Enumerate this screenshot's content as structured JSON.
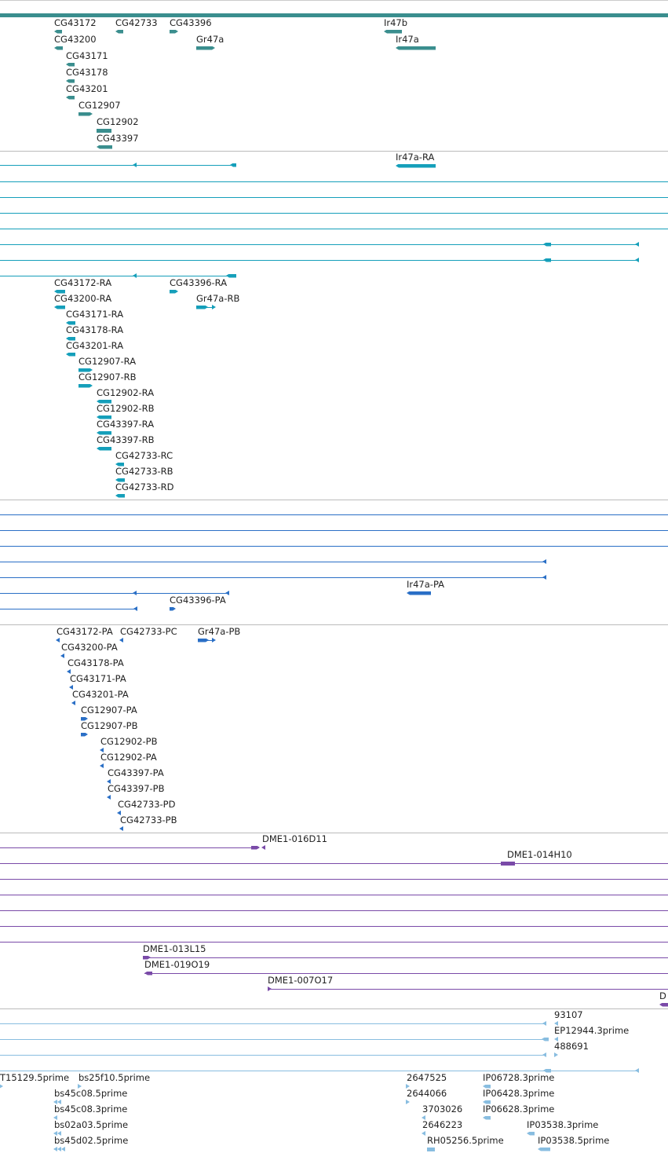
{
  "tracks": [
    {
      "name": "genes",
      "color": "#3a8e8e",
      "labels": [
        "CG43172",
        "CG42733",
        "CG43396",
        "Ir47b",
        "CG43200",
        "Gr47a",
        "Ir47a",
        "CG43171",
        "CG43178",
        "CG43201",
        "CG12907",
        "CG12902",
        "CG43397"
      ]
    },
    {
      "name": "transcripts",
      "color": "#159fba",
      "labels": [
        "Ir47a-RA",
        "CG43172-RA",
        "CG43396-RA",
        "CG43200-RA",
        "Gr47a-RB",
        "CG43171-RA",
        "CG43178-RA",
        "CG43201-RA",
        "CG12907-RA",
        "CG12907-RB",
        "CG12902-RA",
        "CG12902-RB",
        "CG43397-RA",
        "CG43397-RB",
        "CG42733-RC",
        "CG42733-RB",
        "CG42733-RD"
      ]
    },
    {
      "name": "polypeptides",
      "color": "#2a6fc6",
      "labels": [
        "Ir47a-PA",
        "CG43396-PA",
        "CG43172-PA",
        "CG42733-PC",
        "Gr47a-PB",
        "CG43200-PA",
        "CG43178-PA",
        "CG43171-PA",
        "CG43201-PA",
        "CG12907-PA",
        "CG12907-PB",
        "CG12902-PB",
        "CG12902-PA",
        "CG43397-PA",
        "CG43397-PB",
        "CG42733-PD",
        "CG42733-PB"
      ]
    },
    {
      "name": "clones",
      "color": "#7a4aa8",
      "labels": [
        "DME1-016D11",
        "DME1-014H10",
        "DME1-013L15",
        "DME1-019O19",
        "DME1-007O17",
        "D"
      ]
    },
    {
      "name": "ests",
      "color": "#88bde0",
      "labels": [
        "93107",
        "EP12944.3prime",
        "488691",
        "T15129.5prime",
        "bs25f10.5prime",
        "2647525",
        "IP06728.3prime",
        "bs45c08.5prime",
        "2644066",
        "IP06428.3prime",
        "bs45c08.3prime",
        "3703026",
        "IP06628.3prime",
        "bs02a03.5prime",
        "2646223",
        "IP03538.3prime",
        "bs45d02.5prime",
        "RH05256.5prime",
        "IP03538.5prime"
      ]
    }
  ]
}
